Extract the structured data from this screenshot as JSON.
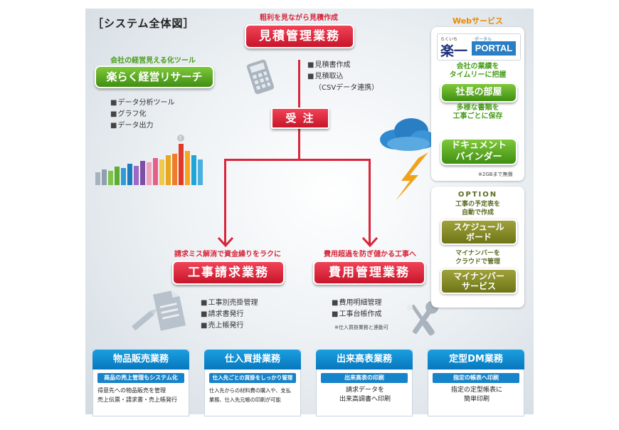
{
  "title": "［システム全体図］",
  "center": {
    "caption": "粗利を見ながら見積作成",
    "label": "見積管理業務",
    "items": [
      "見積書作成",
      "見積取込",
      "（CSVデータ連携）"
    ]
  },
  "order_label": "受 注",
  "left_tool": {
    "caption": "会社の経営見える化ツール",
    "label": "楽らく経営リサーチ",
    "items": [
      "データ分析ツール",
      "グラフ化",
      "データ出力"
    ]
  },
  "construction": {
    "caption": "請求ミス解消で資金繰りをラクに",
    "label": "工事請求業務",
    "items": [
      "工事別売掛管理",
      "請求書発行",
      "売上帳発行"
    ]
  },
  "cost": {
    "caption": "費用超過を防ぎ儲かる工事へ",
    "label": "費用管理業務",
    "items": [
      "費用明細管理",
      "工事台帳作成"
    ],
    "note": "※仕入買掛業務と連動可"
  },
  "web": {
    "title": "Webサービス",
    "logo_kanji": "楽一",
    "logo_ruby": "らくいち",
    "logo_text": "PORTAL",
    "logo_sub": "ポータル",
    "s1_caption": [
      "会社の業績を",
      "タイムリーに把握"
    ],
    "s1_label": "社長の部屋",
    "s2_caption": [
      "多様な書類を",
      "工事ごとに保存"
    ],
    "s2_label": [
      "ドキュメント",
      "バインダー"
    ],
    "note": "※2GBまで無償"
  },
  "option": {
    "title": "OPTION",
    "o1_caption": [
      "工事の予定表を",
      "自動で作成"
    ],
    "o1_label": [
      "スケジュール",
      "ボード"
    ],
    "o2_caption": [
      "マイナンバーを",
      "クラウドで管理"
    ],
    "o2_label": [
      "マイナンバー",
      "サービス"
    ]
  },
  "cards": [
    {
      "title": "物品販売業務",
      "sub": "商品の売上管理もシステム化",
      "body": [
        "得意先への物品販売を管理",
        "売上伝票・請求書・売上帳発行"
      ]
    },
    {
      "title": "仕入買掛業務",
      "sub": "仕入先ごとの買掛をしっかり管理",
      "body": [
        "仕入先からの材料費の購入や、支払",
        "業務、仕入先元帳の印刷が可能"
      ]
    },
    {
      "title": "出来高表業務",
      "sub": "出来高表の印刷",
      "body": [
        "請求データを",
        "出来高調書へ印刷"
      ]
    },
    {
      "title": "定型DM業務",
      "sub": "指定の帳表へ印刷",
      "body": [
        "指定の定型帳表に",
        "簡単印刷"
      ]
    }
  ],
  "colors": {
    "red": "#d8263a",
    "green": "#4a9e1d",
    "blue": "#0877bd",
    "orange": "#e98a00"
  }
}
